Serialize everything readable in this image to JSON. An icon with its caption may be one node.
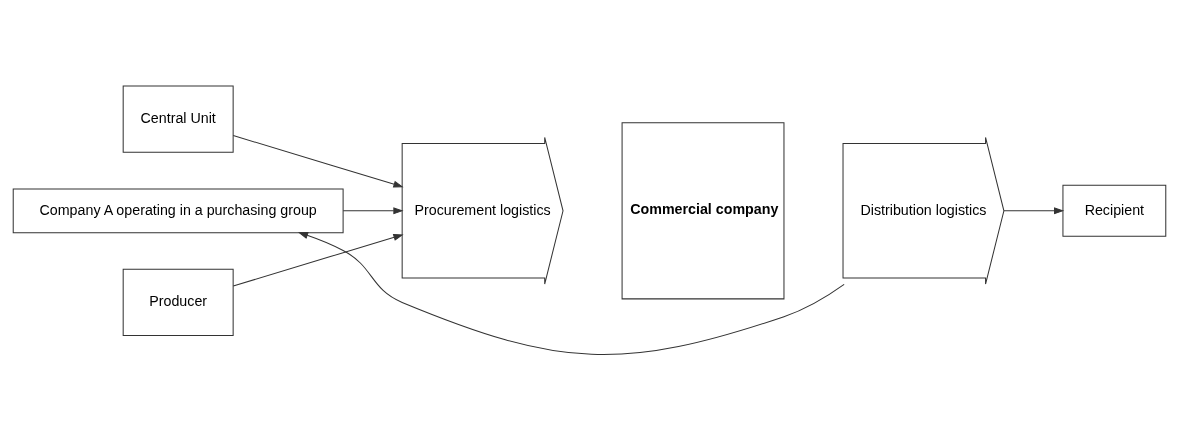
{
  "diagram": {
    "nodes": [
      {
        "text": [
          "Central Unit"
        ]
      },
      {
        "text": [
          "Company A operating in a purchasing group"
        ]
      },
      {
        "text": [
          "Producer"
        ]
      },
      {
        "text": [
          "Procurement logistics"
        ]
      },
      {
        "text": [
          "Commercial company"
        ]
      },
      {
        "text": [
          "Distribution logistics"
        ]
      },
      {
        "text": [
          "Recipient"
        ]
      }
    ],
    "edges": [
      {
        "from": 0,
        "to": 3,
        "arrow": "to"
      },
      {
        "from": 1,
        "to": 3,
        "arrow": "to"
      },
      {
        "from": 2,
        "to": 3,
        "arrow": "to"
      },
      {
        "from": 5,
        "to": 1,
        "arrow": "to"
      },
      {
        "from": 5,
        "to": 6,
        "arrow": "to"
      }
    ]
  }
}
